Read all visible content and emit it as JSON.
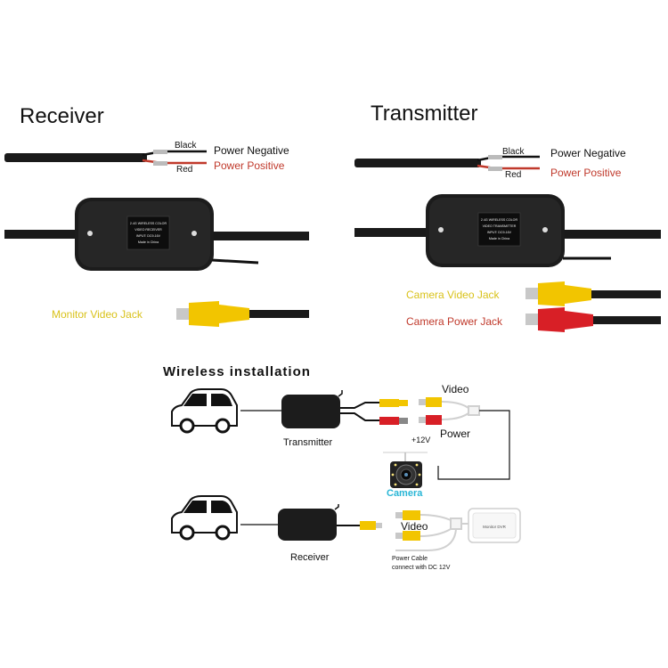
{
  "receiver": {
    "title": "Receiver",
    "wire_black": "Black",
    "wire_red": "Red",
    "power_negative": "Power Negative",
    "power_positive": "Power Positive",
    "jack_label": "Monitor Video Jack",
    "box_text": [
      "2.4G WIRELESS COLOR",
      "VIDEO RECEIVER",
      "INPUT: DC9-16V",
      "Made in China"
    ]
  },
  "transmitter": {
    "title": "Transmitter",
    "wire_black": "Black",
    "wire_red": "Red",
    "power_negative": "Power Negative",
    "power_positive": "Power Positive",
    "video_jack_label": "Camera Video Jack",
    "power_jack_label": "Camera Power Jack",
    "box_text": [
      "2.4G WIRELESS COLOR",
      "VIDEO TRANSMITTER",
      "INPUT: DC9-16V",
      "Made in China"
    ]
  },
  "installation": {
    "title": "Wireless installation",
    "transmitter_label": "Transmitter",
    "receiver_label": "Receiver",
    "video_top": "Video",
    "power_label": "Power",
    "plus12v": "+12V",
    "camera_label": "Camera",
    "video_bottom": "Video",
    "monitor_label": "Monitor DVR",
    "power_cable_line1": "Power Cable",
    "power_cable_line2": "connect with DC 12V"
  },
  "colors": {
    "yellow_label": "#d9c21a",
    "red_label": "#c0392b",
    "camera_label": "#29b6d6",
    "plug_yellow": "#f2c500",
    "plug_red": "#d81f26",
    "cable": "#1a1a1a"
  }
}
